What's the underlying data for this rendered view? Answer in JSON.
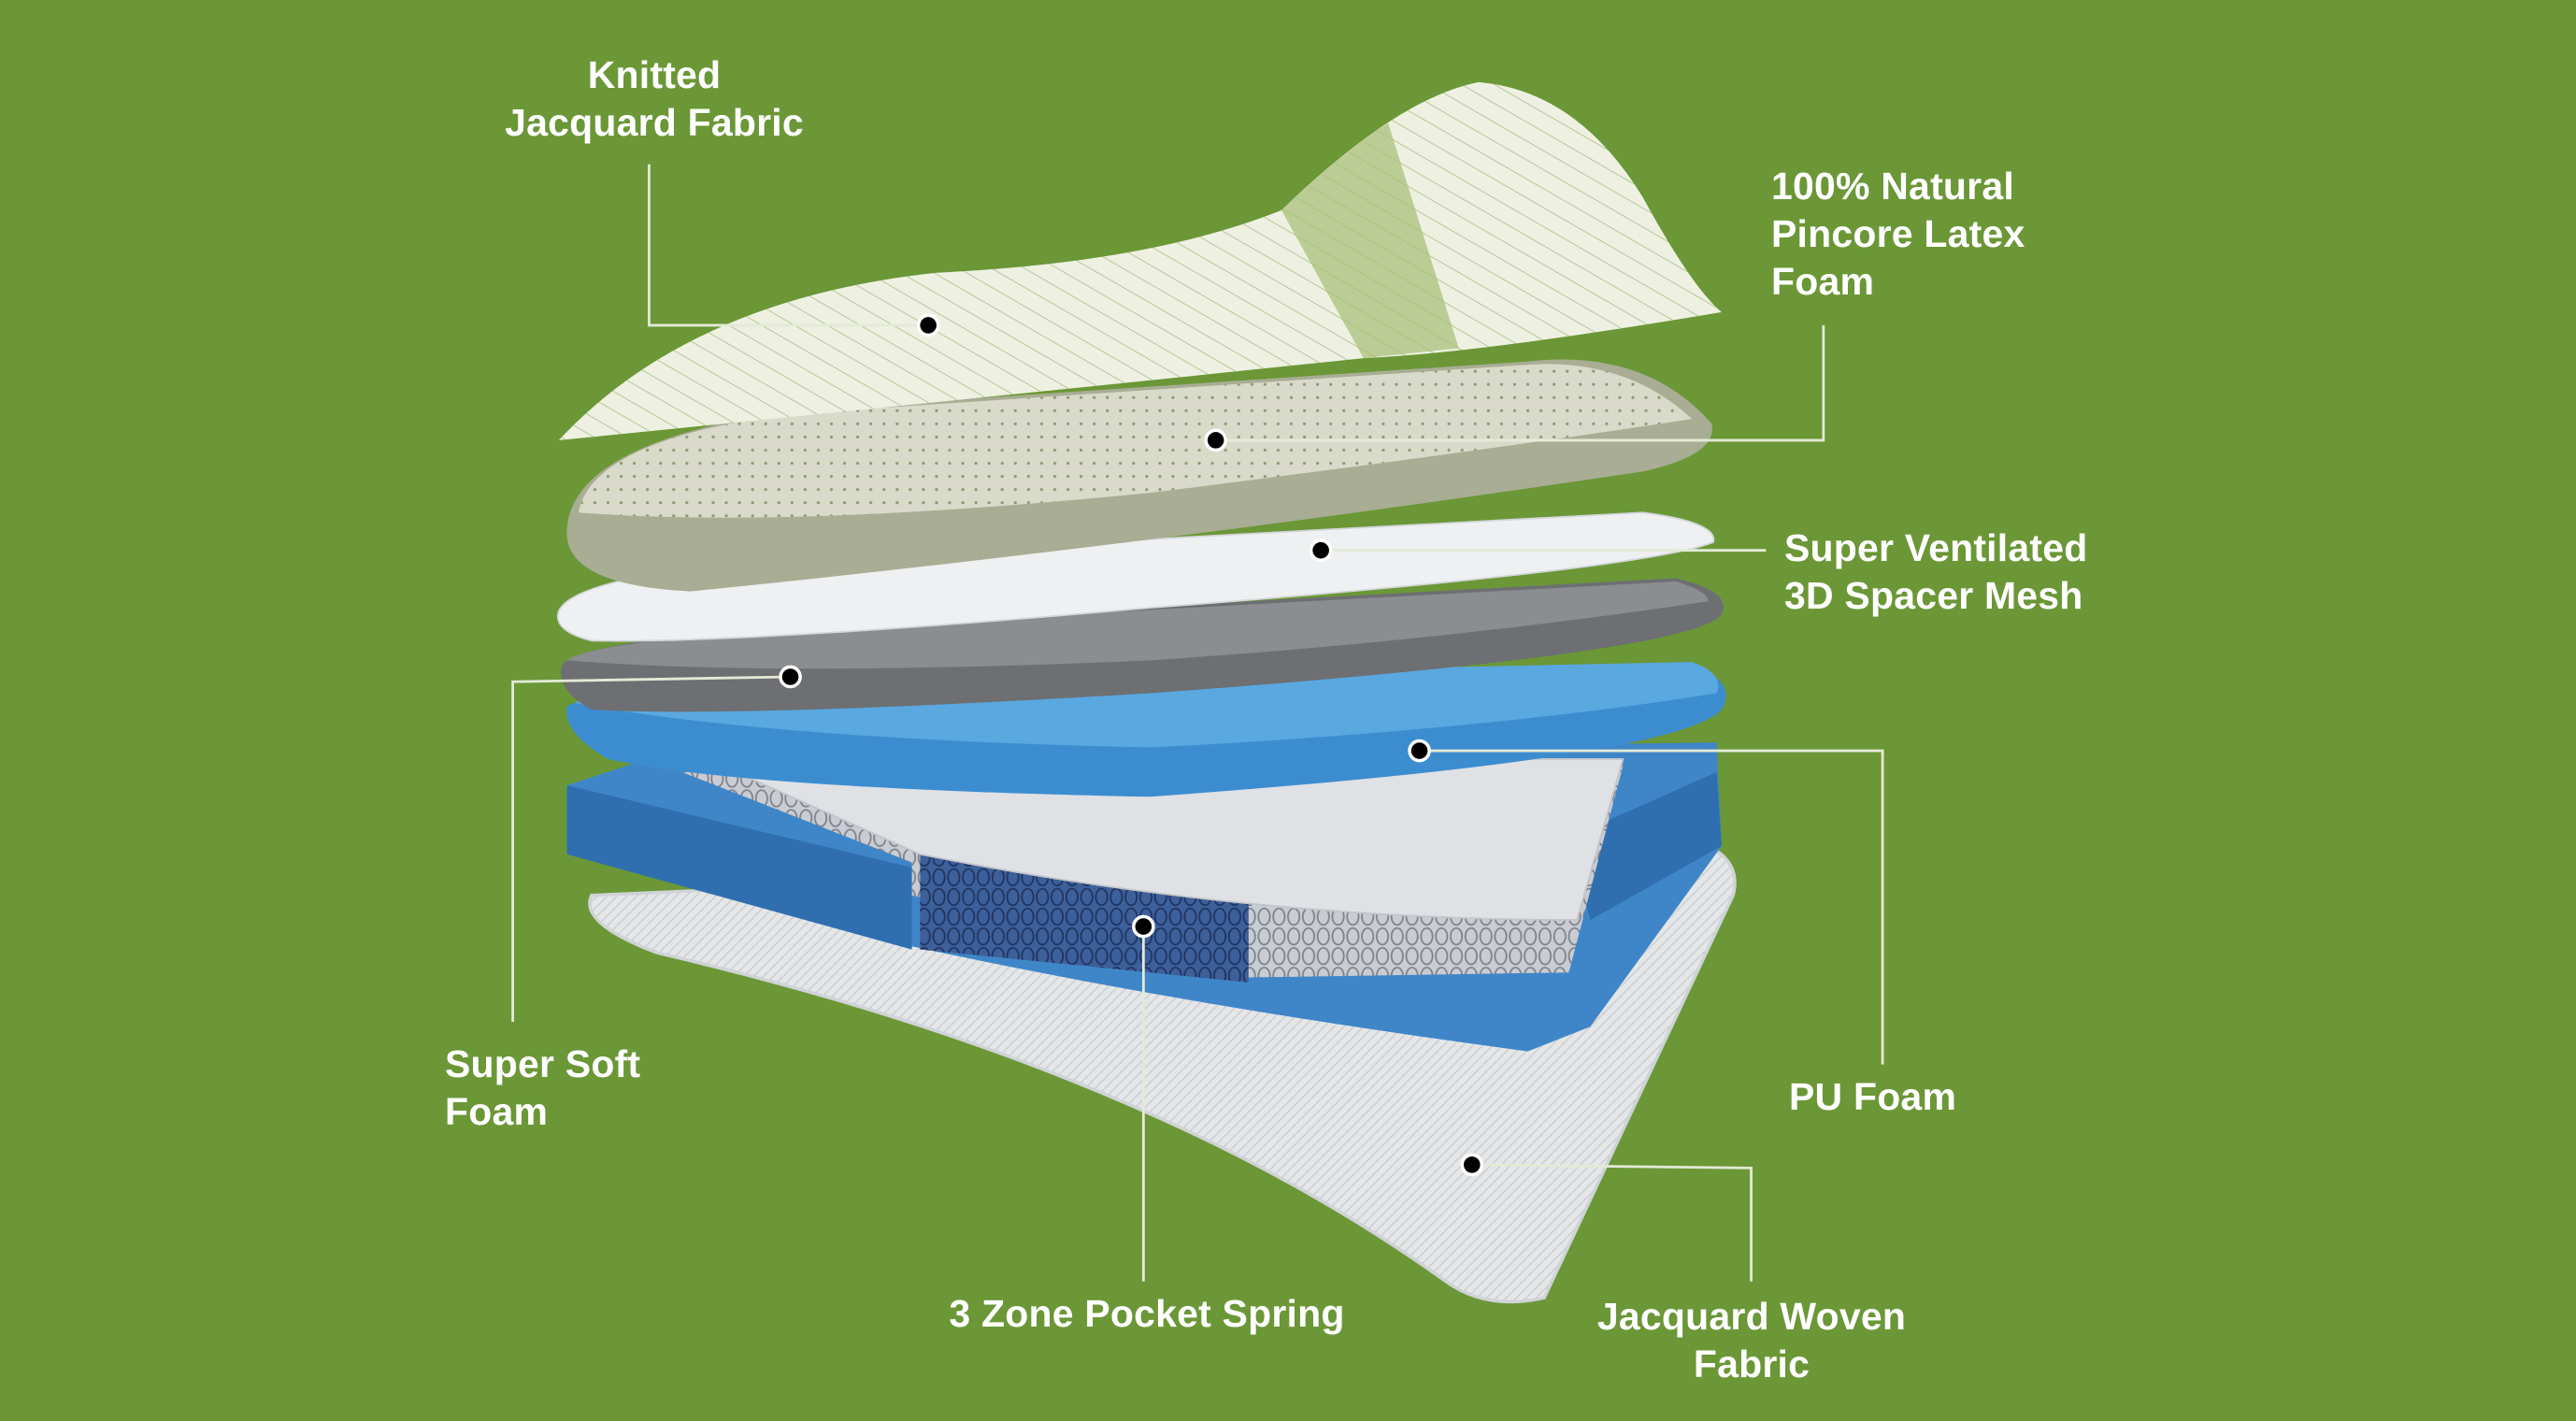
{
  "colors": {
    "background": "#6b9737",
    "label_text": "#ffffff",
    "leader_line": "#e3ead6",
    "dot": "#000000"
  },
  "labels": {
    "knitted": [
      "Knitted",
      "Jacquard Fabric"
    ],
    "latex": [
      "100% Natural",
      "Pincore Latex",
      "Foam"
    ],
    "spacer": [
      "Super Ventilated",
      "3D Spacer Mesh"
    ],
    "soft": [
      "Super Soft",
      "Foam"
    ],
    "pu": [
      "PU Foam"
    ],
    "spring": [
      "3 Zone Pocket Spring"
    ],
    "woven": [
      "Jacquard Woven",
      "Fabric"
    ]
  }
}
